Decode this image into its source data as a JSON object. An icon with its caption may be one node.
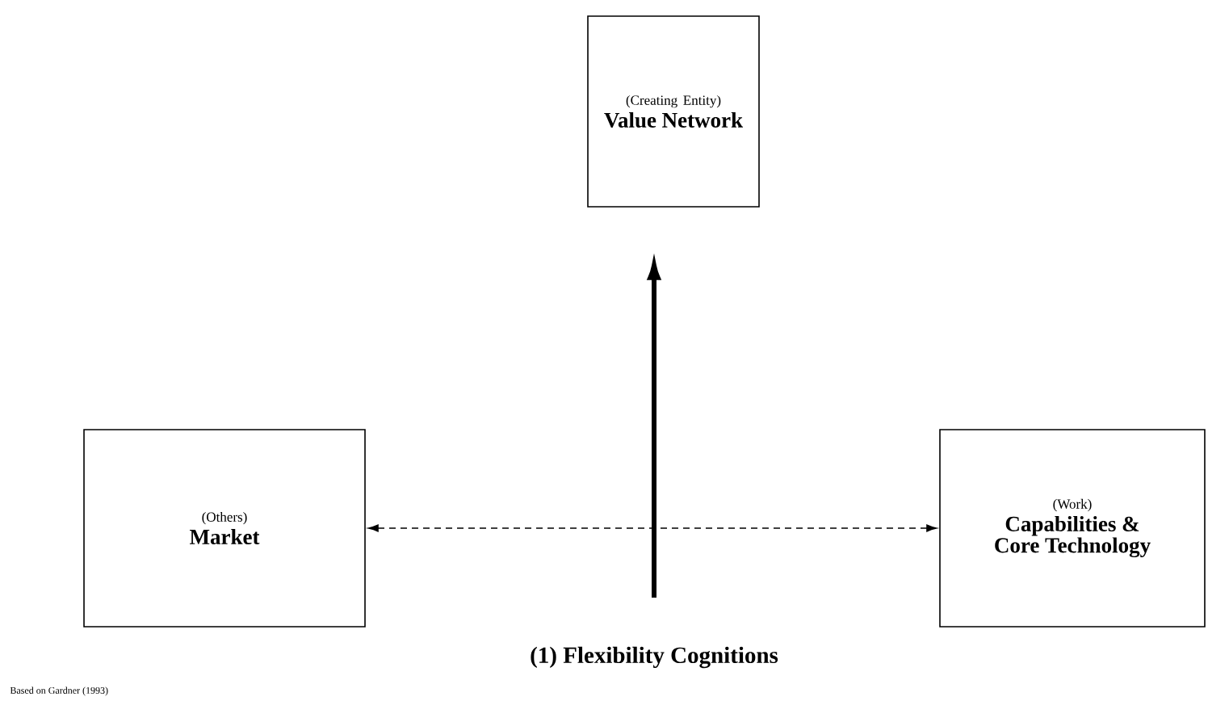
{
  "diagram": {
    "caption": "(1) Flexibility Cognitions",
    "nodes": [
      {
        "text": [
          "(Creating Entity)",
          "Value Network"
        ]
      },
      {
        "text": [
          "(Others)",
          "Market"
        ]
      },
      {
        "text": [
          "(Work)",
          "Capabilities & Core Technology"
        ]
      }
    ],
    "edges": [
      {
        "from": null,
        "to": 0,
        "arrow": "to",
        "style": "thick"
      },
      {
        "from": 1,
        "to": 2,
        "arrow": "both",
        "style": "dashed"
      }
    ],
    "labels": [
      "Based on Gardner (1993)"
    ]
  }
}
